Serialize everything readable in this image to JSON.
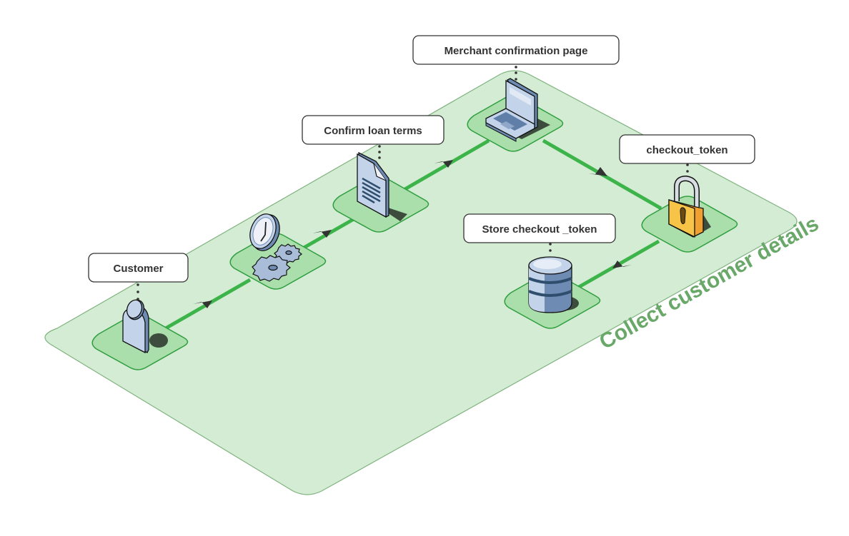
{
  "diagram": {
    "title": "Collect customer details",
    "group_label": "Collect customer details",
    "colors": {
      "platform_fill": "#d4ecd4",
      "platform_stroke": "#7fb37f",
      "tile_fill": "#aadeaa",
      "tile_stroke": "#2e9e3e",
      "connector": "#3cb44a",
      "arrowhead": "#333333",
      "group_label": "#6aa86a",
      "label_border": "#333333",
      "label_text": "#333333"
    },
    "nodes": [
      {
        "id": "customer",
        "label": "Customer",
        "icon": "person-icon"
      },
      {
        "id": "process",
        "label": "",
        "icon": "clock-gears-icon"
      },
      {
        "id": "loan-terms",
        "label": "Confirm loan terms",
        "icon": "document-icon"
      },
      {
        "id": "merchant-page",
        "label": "Merchant confirmation page",
        "icon": "laptop-icon"
      },
      {
        "id": "checkout-token",
        "label": "checkout_token",
        "icon": "padlock-icon"
      },
      {
        "id": "store-token",
        "label": "Store checkout _token",
        "icon": "database-icon"
      }
    ],
    "edges": [
      {
        "from": "customer",
        "to": "process"
      },
      {
        "from": "process",
        "to": "loan-terms"
      },
      {
        "from": "loan-terms",
        "to": "merchant-page"
      },
      {
        "from": "merchant-page",
        "to": "checkout-token"
      },
      {
        "from": "checkout-token",
        "to": "store-token"
      }
    ]
  }
}
